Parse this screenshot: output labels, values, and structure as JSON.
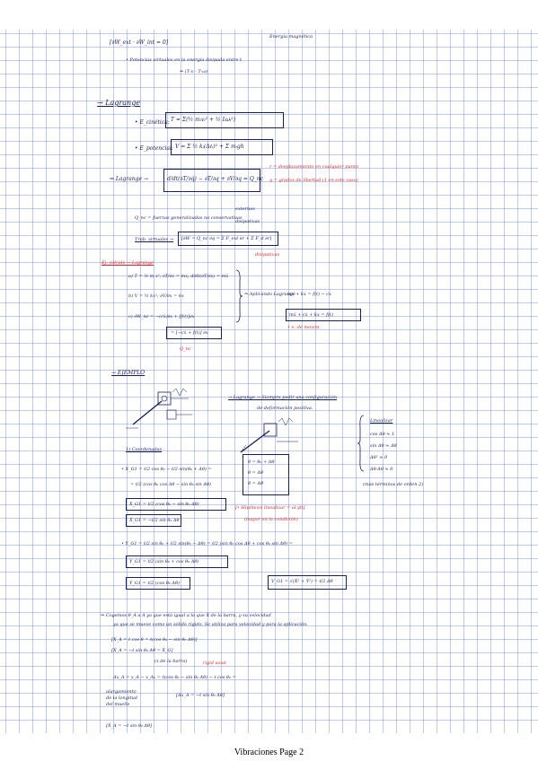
{
  "page": {
    "footer": "Vibraciones Page 2"
  },
  "notes": {
    "top_fragment": "[∂W_ext · ∂W_int = 0]",
    "top_right": "Energía magnética",
    "top_note": "• Potencias virtuales en la energía disipada entre t",
    "top_expr": "⇒ (T·v - T·ω)",
    "lagrange_title": "→ Lagrange",
    "e_cinetica_label": "• E_cinética:",
    "e_cinetica_eq": "T = Σ(½ mᵢvᵢ² + ½ Iᵢωᵢ²)",
    "e_potencial_label": "• E_potencial:",
    "e_potencial_eq": "V = Σ ½ kᵢ(Δℓᵢ)² + Σ mᵢgh",
    "lagrange_label": "⇒ Lagrange →",
    "lagrange_eq": "d/dt(∂T/∂q̇) − ∂T/∂q + ∂V/∂q = Q_nc",
    "q_def": "r = desplazamiento en cualquier punto",
    "g_def": "q = grados de libertad (1 en este caso)",
    "qnc_line": "Q_nc = fuerzas generalizadas no conservativas",
    "qnc_branch1": "externas",
    "qnc_branch2": "disipativas",
    "trabajo_label": "Trab. virtuales →",
    "trabajo_eq": "[∂W = Q_nc ∂q = Σ F_ext ∂r + Σ F_d ∂r]",
    "disipativas_note": "disipativas",
    "ejemplo_lagrange": "Ej: cálculo → Lagrange",
    "item_a": "a)  T = ½ m ẋ²;  ∂T/∂ẋ = mẋ;  d/dt(∂T/∂ẋ) = mẍ",
    "item_b": "b)  V = ½ kx²;  ∂V/∂x = kx",
    "item_c": "c)  ∂W_nc = −(cẋ)∂x + [f(t)]∂x",
    "item_c_res": "= [−cẋ + f(t)] ∂x",
    "qnc_tag": "Q_nc",
    "aplicando": "⇒ Aplicando Lagrange",
    "result_eq": "mẍ + kx = f(t) − cẋ",
    "result_box": "mẍ + cẋ + kx = f(t)",
    "result_note": "• e. de movim.",
    "ejemplo_title": "→ EJEMPLO",
    "lagrange_note1": "→ Lagrange → Siempre pedir una configuración",
    "lagrange_note2": "de deformación positiva.",
    "linealizar_title": "Linealizar",
    "lin_1": "cos Δθ ≈ 1",
    "lin_2": "sin Δθ ≈ Δθ",
    "lin_3": "Δθ² ≈ 0",
    "lin_4": "Δθ·Δθ ≈ 0",
    "lin_note": "(más términos de orden 2)",
    "coords_title": "1) Coordenadas",
    "theta_1": "θ = θ₀ + Δθ",
    "theta_2": "θ̇ = Δθ̇",
    "theta_3": "θ̈ = Δθ̈",
    "xg1_eq": "• X_G1 = ℓ/2 cos θ₀ − ℓ/2 sin(θ₀ + Δθ) =",
    "xg1_eq2": "= ℓ/2 (cos θ₀ cos Δθ − sin θ₀ sin Δθ)",
    "xg1_res": "X_G1 = ℓ/2 (cos θ₀ − sin θ₀ Δθ)",
    "xg1_dot": "Ẋ_G1 = −ℓ/2 sin θ₀ Δθ̇",
    "hipotesis": "[• Hipótesis linealizar = al ytl]",
    "hipotesis_note": "(mayor en la condición)",
    "yg1_eq": "• Y_G1 = ℓ/2 sin θ₀ + ℓ/2 sin(θ₀ − Δθ) = ℓ/2 (sin θ₀ cos Δθ + cos θ₀ sin Δθ) =",
    "yg1_res": "Y_G1 = ℓ/2 (sin θ₀ + cos θ₀ Δθ)",
    "yg1_dot": "Ẏ_G1 = ℓ/2 (cos θ₀ Δθ̇)",
    "vg1_res": "V_G1 = √(Ẋ² + Ẏ²) = ℓ/2 Δθ̇",
    "cogemos": "⇒ Cogemos θ_A a A ya que está igual a la que X de la barra, y su velocidad",
    "cogemos_2": "ya que se mueve como un sólido rígido. Se utiliza para velocidad y para la aplicación.",
    "xa_1": "[X_A = ℓ cos θ = ℓ(cos θ₀ − sin θ₀ Δθ)]",
    "xa_2": "[Ẋ_A = −ℓ sin θ₀ Δθ̇ = Ẋ_G]",
    "xa_note": "(ẋ de la barra)",
    "delta_1": "Δx_A = x_A − x_A₀ = ℓ(cos θ₀ − sin θ₀ Δθ) − ℓ cos θ₀ =",
    "delta_side": "alargamiento de la longitud del muelle",
    "delta_res": "[Δx_A = −ℓ sin θ₀ Δθ]",
    "rigid_note": "rígid axial",
    "last_line": "[Ẋ_A = −ℓ sin θ₀ Δθ̇]"
  }
}
